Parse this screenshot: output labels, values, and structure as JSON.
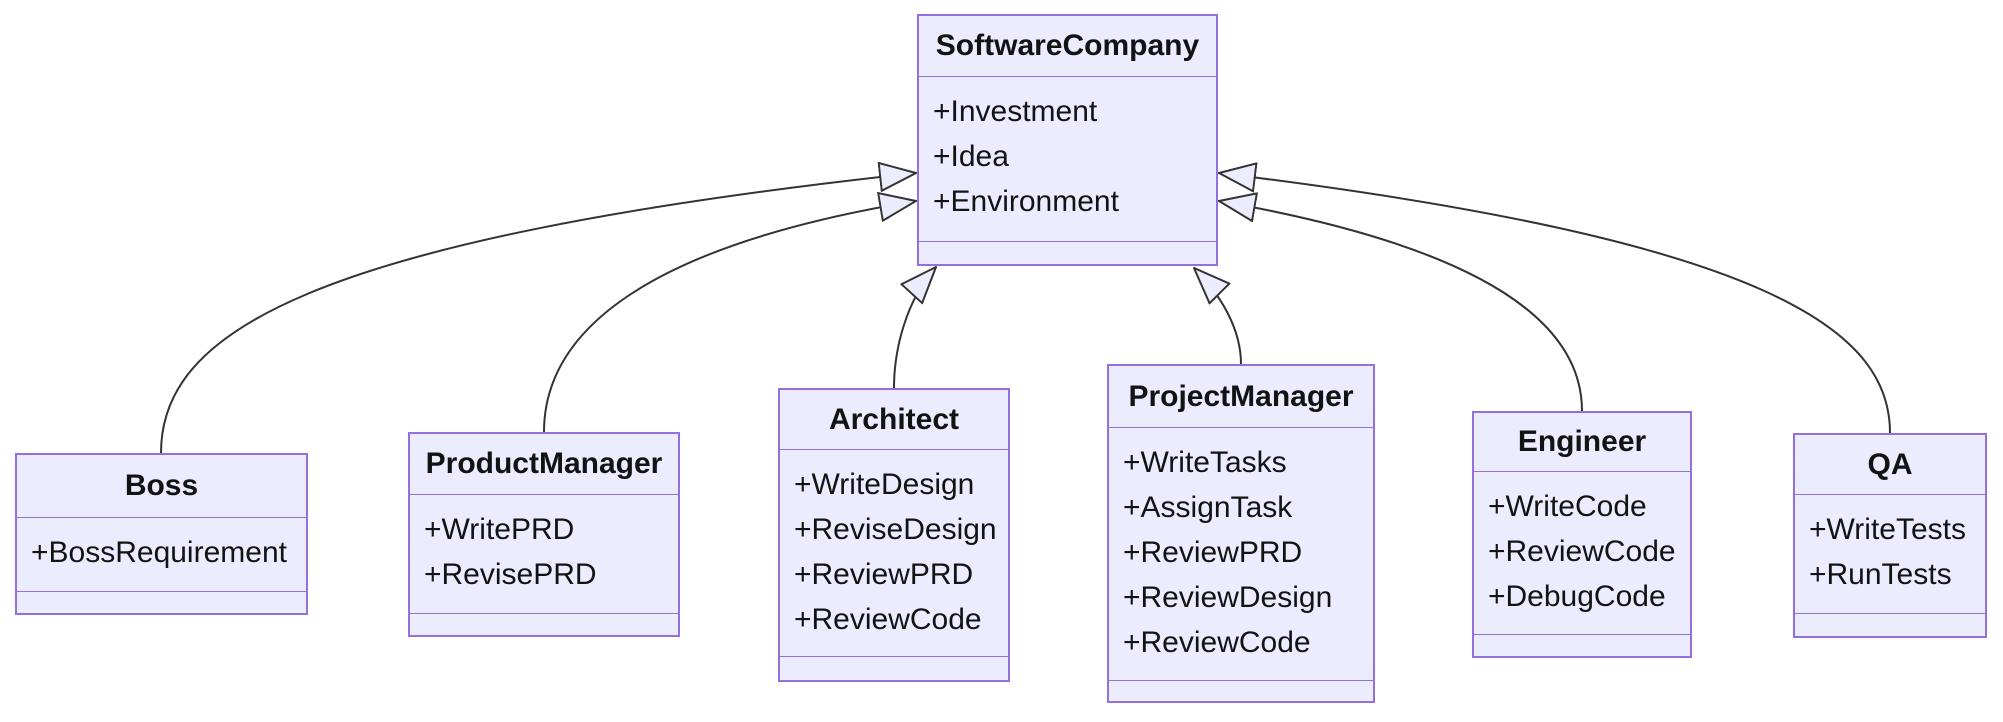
{
  "diagram": {
    "kind": "uml-class-diagram",
    "classes": [
      {
        "name": "SoftwareCompany",
        "attributes": [
          "+Investment",
          "+Idea",
          "+Environment"
        ],
        "methods": []
      },
      {
        "name": "Boss",
        "attributes": [
          "+BossRequirement"
        ],
        "methods": []
      },
      {
        "name": "ProductManager",
        "attributes": [
          "+WritePRD",
          "+RevisePRD"
        ],
        "methods": []
      },
      {
        "name": "Architect",
        "attributes": [
          "+WriteDesign",
          "+ReviseDesign",
          "+ReviewPRD",
          "+ReviewCode"
        ],
        "methods": []
      },
      {
        "name": "ProjectManager",
        "attributes": [
          "+WriteTasks",
          "+AssignTask",
          "+ReviewPRD",
          "+ReviewDesign",
          "+ReviewCode"
        ],
        "methods": []
      },
      {
        "name": "Engineer",
        "attributes": [
          "+WriteCode",
          "+ReviewCode",
          "+DebugCode"
        ],
        "methods": []
      },
      {
        "name": "QA",
        "attributes": [
          "+WriteTests",
          "+RunTests"
        ],
        "methods": []
      }
    ],
    "relations": [
      {
        "from": "Boss",
        "to": "SoftwareCompany",
        "type": "inheritance"
      },
      {
        "from": "ProductManager",
        "to": "SoftwareCompany",
        "type": "inheritance"
      },
      {
        "from": "Architect",
        "to": "SoftwareCompany",
        "type": "inheritance"
      },
      {
        "from": "ProjectManager",
        "to": "SoftwareCompany",
        "type": "inheritance"
      },
      {
        "from": "Engineer",
        "to": "SoftwareCompany",
        "type": "inheritance"
      },
      {
        "from": "QA",
        "to": "SoftwareCompany",
        "type": "inheritance"
      }
    ],
    "colors": {
      "node_fill": "#ECECFF",
      "node_border": "#9370DB",
      "edge_line": "#333333",
      "text": "#131313",
      "background": "#ffffff"
    }
  }
}
